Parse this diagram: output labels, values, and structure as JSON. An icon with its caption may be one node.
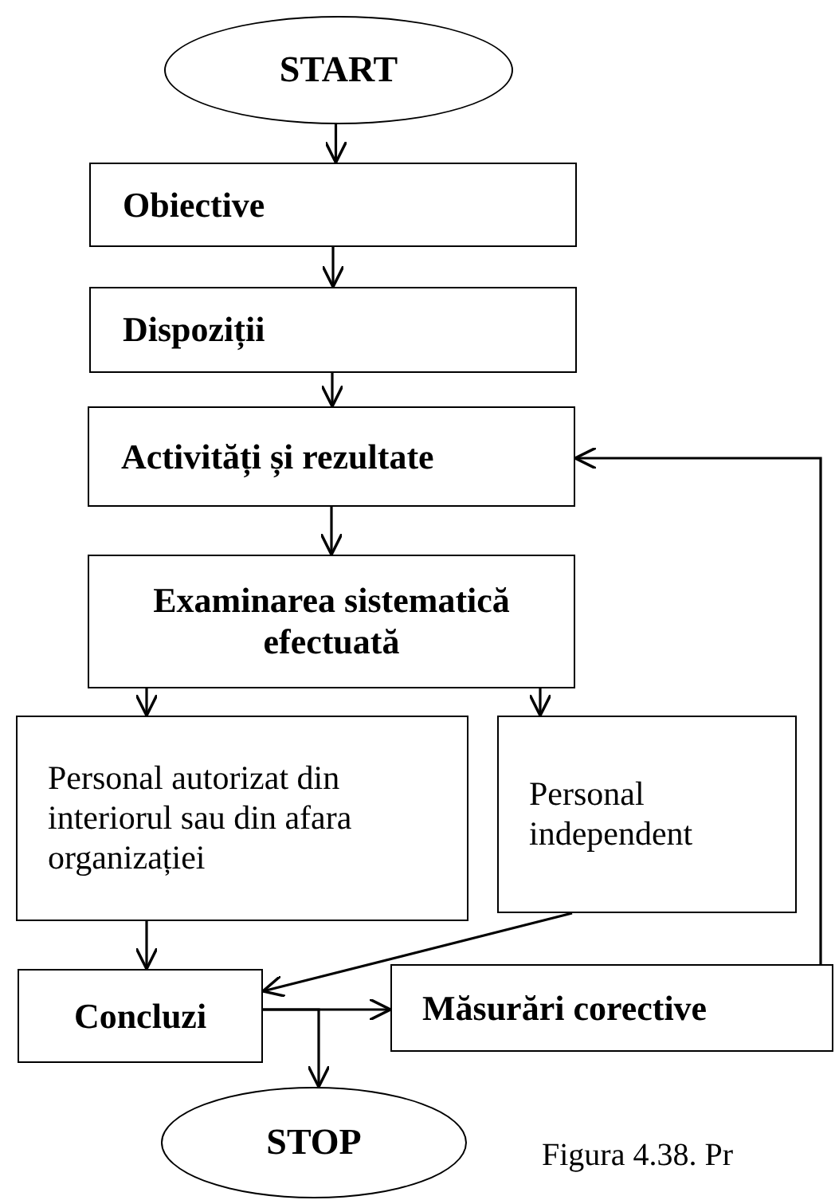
{
  "diagram": {
    "caption": "Figura 4.38. Pr",
    "nodes": [
      {
        "text": [
          "START"
        ]
      },
      {
        "text": [
          "Obiective"
        ]
      },
      {
        "text": [
          "Dispoziții"
        ]
      },
      {
        "text": [
          "Activități și rezultate"
        ]
      },
      {
        "text": [
          "Examinarea sistematică efectuată"
        ]
      },
      {
        "text": [
          "Personal autorizat din interiorul sau din afara organizației"
        ]
      },
      {
        "text": [
          "Personal independent"
        ]
      },
      {
        "text": [
          "Concluzi"
        ]
      },
      {
        "text": [
          "Măsurări corective"
        ]
      },
      {
        "text": [
          "STOP"
        ]
      }
    ],
    "edges": [
      {
        "from": 0,
        "to": 1,
        "arrow": "to"
      },
      {
        "from": 1,
        "to": 2,
        "arrow": "to"
      },
      {
        "from": 2,
        "to": 3,
        "arrow": "to"
      },
      {
        "from": 3,
        "to": 4,
        "arrow": "to"
      },
      {
        "from": 4,
        "to": 5,
        "arrow": "to"
      },
      {
        "from": 4,
        "to": 6,
        "arrow": "to"
      },
      {
        "from": 5,
        "to": 7,
        "arrow": "to"
      },
      {
        "from": 6,
        "to": 7,
        "arrow": "to"
      },
      {
        "from": 7,
        "to": 8,
        "arrow": "to"
      },
      {
        "from": 7,
        "to": 9,
        "arrow": "to"
      },
      {
        "from": 8,
        "to": 3,
        "arrow": "to"
      }
    ]
  }
}
